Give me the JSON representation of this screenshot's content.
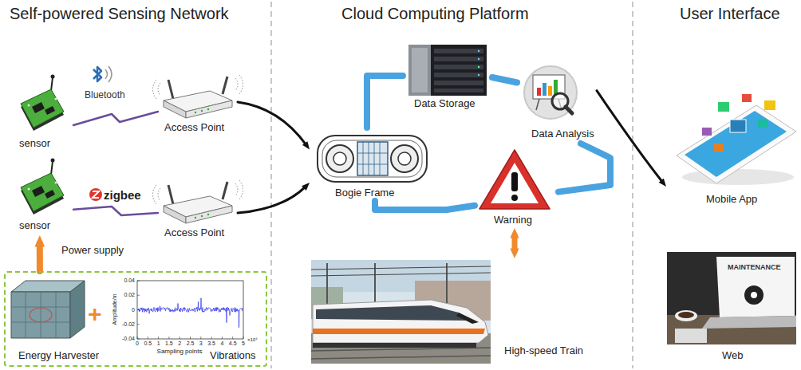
{
  "diagram": {
    "nodes": [
      {
        "text": [
          "sensor"
        ]
      },
      {
        "text": [
          "Access Point"
        ]
      },
      {
        "text": [
          "sensor"
        ]
      },
      {
        "text": [
          "Access Point"
        ]
      },
      {
        "text": [
          "Energy Harvester",
          "Vibrations"
        ]
      },
      {
        "text": [
          "Bogie Frame"
        ]
      },
      {
        "text": [
          "Data Storage"
        ]
      },
      {
        "text": [
          "Data Analysis"
        ]
      },
      {
        "text": [
          "Warning"
        ]
      },
      {
        "text": [
          "High-speed Train"
        ]
      },
      {
        "text": [
          "Mobile App"
        ]
      },
      {
        "text": [
          "Web"
        ]
      }
    ],
    "edges": [
      {
        "from": 0,
        "to": 1,
        "arrow": "none"
      },
      {
        "from": 2,
        "to": 3,
        "arrow": "none"
      },
      {
        "from": 1,
        "to": 5,
        "arrow": "to"
      },
      {
        "from": 3,
        "to": 5,
        "arrow": "to"
      },
      {
        "from": 4,
        "to": 2,
        "arrow": "to",
        "label": "Power supply"
      },
      {
        "from": 5,
        "to": 6,
        "arrow": "none"
      },
      {
        "from": 6,
        "to": 7,
        "arrow": "none"
      },
      {
        "from": 7,
        "to": 8,
        "arrow": "none"
      },
      {
        "from": 8,
        "to": 5,
        "arrow": "none"
      },
      {
        "from": 8,
        "to": 9,
        "arrow": "both"
      },
      {
        "from": 7,
        "to": 10,
        "arrow": "to"
      }
    ],
    "labels": [
      "Self-powered Sensing Network",
      "Cloud Computing Platform",
      "User Interface",
      "Bluetooth",
      "zigbee",
      "+",
      "0.04",
      "0.02",
      "0",
      "-0.02",
      "-0.04",
      "0",
      "0.5",
      "1",
      "1.5",
      "2",
      "2.5",
      "3",
      "3.5",
      "4",
      "4.5",
      "5",
      "Sampling points",
      "Amplitude/m",
      "×10⁵",
      "MAINTENANCE"
    ]
  }
}
